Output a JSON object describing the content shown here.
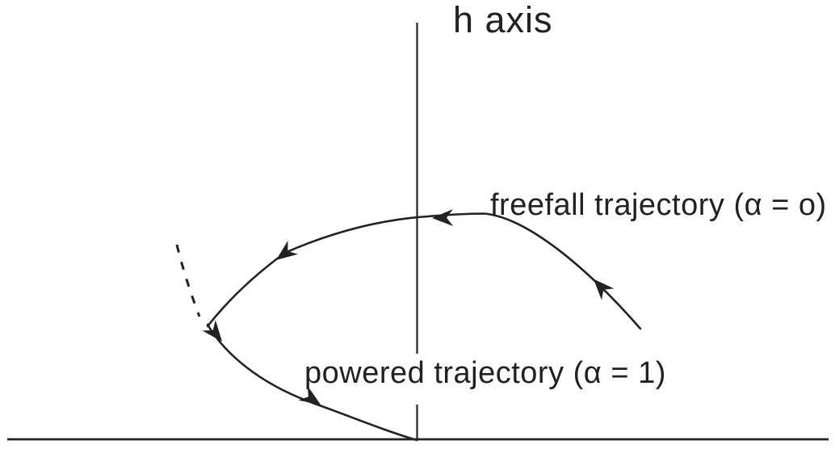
{
  "figure": {
    "axis_label": "h axis",
    "curves": [
      {
        "id": "freefall",
        "label": "freefall trajectory (α = o)",
        "alpha": "o",
        "style": "solid",
        "direction": "right-to-left over the top arc"
      },
      {
        "id": "powered",
        "label": "powered trajectory (α = 1)",
        "alpha": "1",
        "style": "solid",
        "direction": "from switch point down to origin"
      },
      {
        "id": "powered-extension",
        "label": "",
        "alpha": "",
        "style": "dashed",
        "direction": "backward extension above switch point"
      }
    ],
    "colors": {
      "ink": "#242122",
      "background": "#ffffff"
    }
  }
}
